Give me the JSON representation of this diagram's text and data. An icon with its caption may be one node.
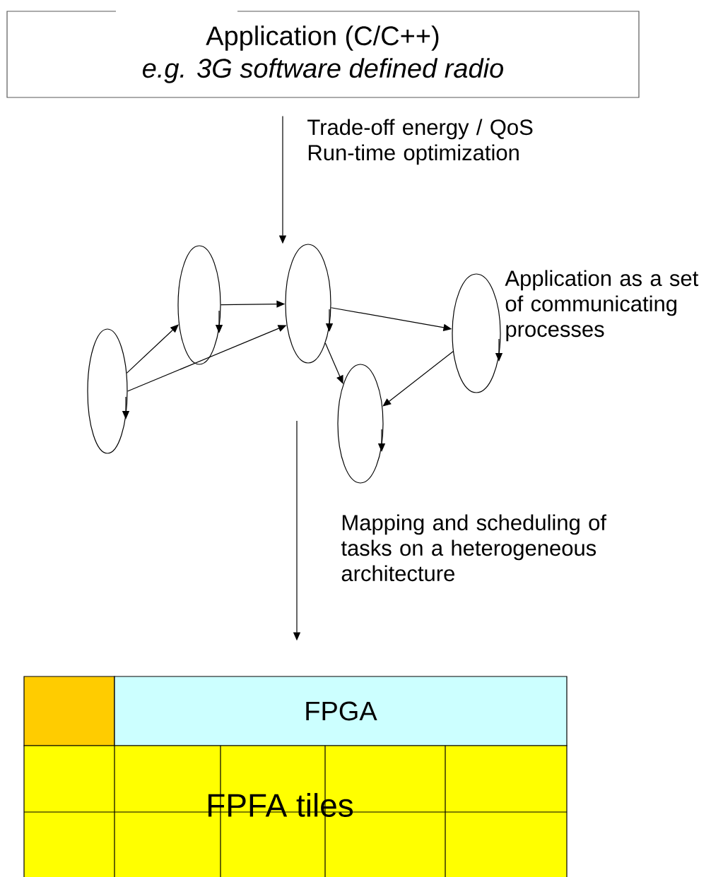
{
  "diagram": {
    "nodes": [
      {
        "text": [
          "Application (C/C++)",
          "e.g. 3G software defined radio"
        ]
      },
      {
        "text": [],
        "shape": "ellipse"
      },
      {
        "text": [],
        "shape": "ellipse"
      },
      {
        "text": [],
        "shape": "ellipse"
      },
      {
        "text": [],
        "shape": "ellipse"
      },
      {
        "text": [],
        "shape": "ellipse"
      },
      {
        "text": [],
        "shape": "box"
      },
      {
        "text": [
          "FPGA"
        ]
      },
      {
        "text": [
          "FPFA tiles"
        ]
      }
    ],
    "edges": [
      {
        "from": 0,
        "to": 3,
        "arrow": "to",
        "label": "Trade-off energy / QoS Run-time optimization"
      },
      {
        "from": 1,
        "to": 2,
        "arrow": "to"
      },
      {
        "from": 1,
        "to": 3,
        "arrow": "to"
      },
      {
        "from": 2,
        "to": 3,
        "arrow": "to"
      },
      {
        "from": 3,
        "to": 4,
        "arrow": "to"
      },
      {
        "from": 3,
        "to": 5,
        "arrow": "to"
      },
      {
        "from": 4,
        "to": 5,
        "arrow": "to"
      },
      {
        "from": null,
        "to": 7,
        "arrow": "to",
        "label": "Mapping and scheduling of tasks on a heterogeneous architecture"
      }
    ],
    "labels": [
      "Application as a set of communicating processes"
    ]
  }
}
